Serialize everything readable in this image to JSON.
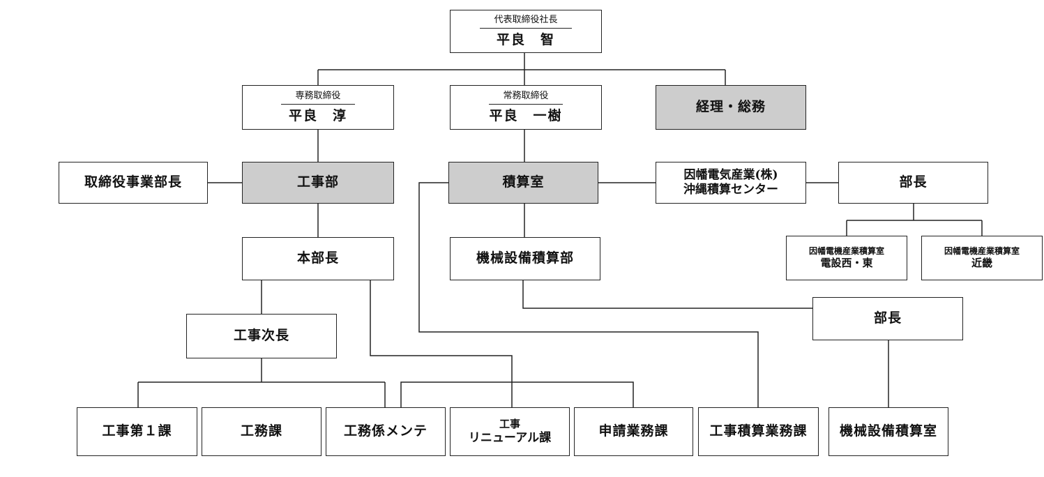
{
  "president": {
    "title": "代表取締役社長",
    "name": "平良　智"
  },
  "senior_director": {
    "title": "専務取締役",
    "name": "平良　淳"
  },
  "managing_director": {
    "title": "常務取締役",
    "name": "平良　一樹"
  },
  "accounting": "経理・総務",
  "director_business": "取締役事業部長",
  "construction_dept": "工事部",
  "estimation_office": "積算室",
  "inaba_center": {
    "line1": "因幡電気産業(株)",
    "line2": "沖縄積算センター"
  },
  "manager_right": "部長",
  "inaba_east": {
    "line1": "因幡電機産業積算室",
    "line2": "電設西・東"
  },
  "inaba_kinki": {
    "line1": "因幡電機産業積算室",
    "line2": "近畿"
  },
  "general_manager": "本部長",
  "machine_estimation_dept": "機械設備積算部",
  "manager_lower": "部長",
  "deputy_manager": "工事次長",
  "sections": {
    "s1": "工事第１課",
    "s2": "工務課",
    "s3": "工務係メンテ",
    "s4": {
      "line1": "工事",
      "line2": "リニューアル課"
    },
    "s5": "申請業務課",
    "s6": "工事積算業務課",
    "s7": "機械設備積算室"
  }
}
